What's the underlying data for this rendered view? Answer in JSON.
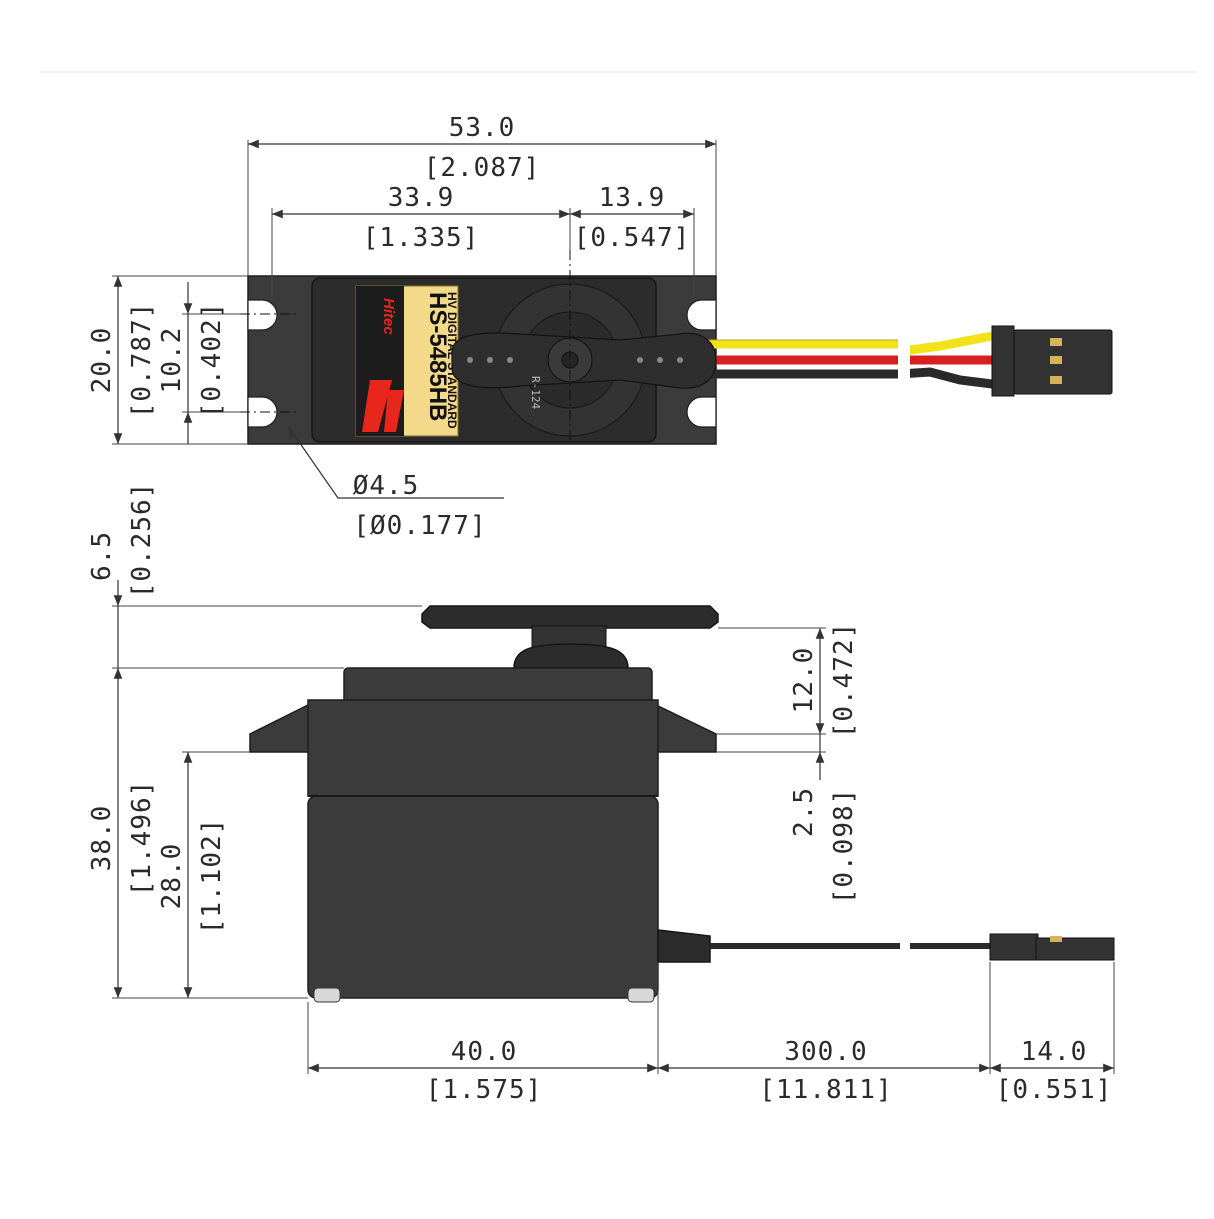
{
  "top_view": {
    "overall_width_mm": "53.0",
    "overall_width_in": "[2.087]",
    "body_to_shaft_mm": "33.9",
    "body_to_shaft_in": "[1.335]",
    "shaft_offset_mm": "13.9",
    "shaft_offset_in": "[0.547]",
    "height_mm": "20.0",
    "height_in": "[0.787]",
    "hole_spacing_mm": "10.2",
    "hole_spacing_in": "[0.402]",
    "hole_dia_mm": "Ø4.5",
    "hole_dia_in": "[Ø0.177]",
    "label_model": "HS-5485HB",
    "label_sub": "HV DIGITAL STANDARD",
    "label_brand": "Hitec",
    "horn_mark": "R-124"
  },
  "side_view": {
    "horn_thickness_mm": "6.5",
    "horn_thickness_in": "[0.256]",
    "total_height_mm": "38.0",
    "total_height_in": "[1.496]",
    "flange_height_mm": "28.0",
    "flange_height_in": "[1.102]",
    "shaft_height_mm": "12.0",
    "shaft_height_in": "[0.472]",
    "flange_thickness_mm": "2.5",
    "flange_thickness_in": "[0.098]",
    "body_length_mm": "40.0",
    "body_length_in": "[1.575]",
    "cable_length_mm": "300.0",
    "cable_length_in": "[11.811]",
    "connector_length_mm": "14.0",
    "connector_length_in": "[0.551]"
  },
  "colors": {
    "wire_yellow": "#f2e21a",
    "wire_red": "#d7201d",
    "wire_black": "#2a2a2a",
    "label_gold": "#f3d98a",
    "logo_red": "#e8261c",
    "body": "#3b3b3b"
  }
}
